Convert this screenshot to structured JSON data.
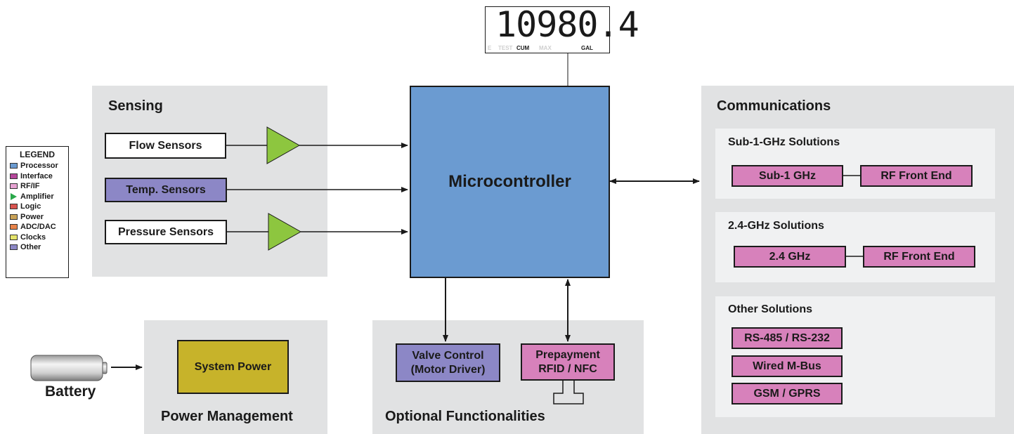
{
  "display": {
    "digits": "10980.4",
    "labels": [
      "E",
      "TEST",
      "CUM",
      "MAX",
      "GAL"
    ]
  },
  "sensing": {
    "title": "Sensing",
    "flow_sensors": "Flow Sensors",
    "temp_sensors": "Temp. Sensors",
    "pressure_sensors": "Pressure Sensors"
  },
  "microcontroller": "Microcontroller",
  "legend": {
    "title": "LEGEND",
    "items": [
      {
        "label": "Processor",
        "color": "#6b9bd1"
      },
      {
        "label": "Interface",
        "color": "#b5479b"
      },
      {
        "label": "RF/IF",
        "color": "#e7a3d3"
      },
      {
        "label": "Amplifier",
        "color": "#2aa84a"
      },
      {
        "label": "Logic",
        "color": "#d9534f"
      },
      {
        "label": "Power",
        "color": "#c9a257"
      },
      {
        "label": "ADC/DAC",
        "color": "#e8834a"
      },
      {
        "label": "Clocks",
        "color": "#e4e36a"
      },
      {
        "label": "Other",
        "color": "#8c87c6"
      }
    ]
  },
  "communications": {
    "title": "Communications",
    "sub1ghz": {
      "title": "Sub-1-GHz Solutions",
      "radio": "Sub-1 GHz",
      "frontend": "RF Front End"
    },
    "ghz24": {
      "title": "2.4-GHz Solutions",
      "radio": "2.4 GHz",
      "frontend": "RF Front End"
    },
    "other": {
      "title": "Other Solutions",
      "items": [
        "RS-485 / RS-232",
        "Wired M-Bus",
        "GSM / GPRS"
      ]
    }
  },
  "power": {
    "battery": "Battery",
    "system_power": "System Power",
    "title": "Power Management"
  },
  "optional": {
    "valve_control": "Valve Control (Motor Driver)",
    "valve_line1": "Valve Control",
    "valve_line2": "(Motor Driver)",
    "prepay_line1": "Prepayment",
    "prepay_line2": "RFID / NFC",
    "title": "Optional Functionalities"
  },
  "colors": {
    "processor": "#6b9bd1",
    "interface_block": "#d781bb",
    "other_block": "#8c87c6",
    "power_block": "#c7b32a",
    "amplifier": "#8dc63f",
    "panel": "#e1e2e3"
  }
}
